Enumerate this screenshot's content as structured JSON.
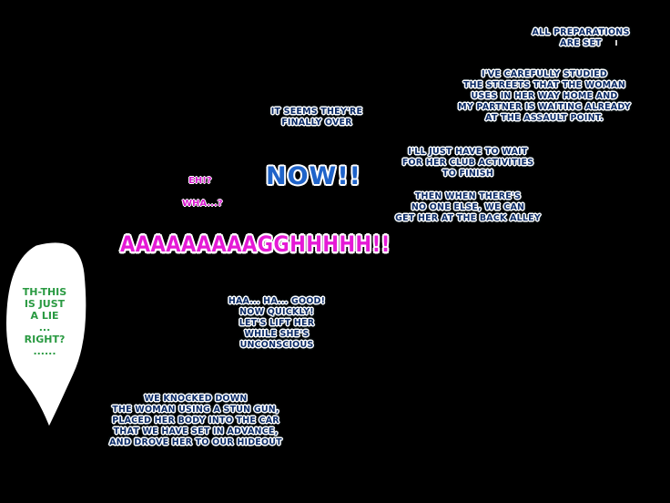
{
  "captions": {
    "preparations": [
      "ALL PREPARATIONS",
      "ARE SET"
    ],
    "studied": [
      "I'VE CAREFULLY STUDIED",
      "THE STREETS THAT THE WOMAN",
      "USES IN HER WAY HOME AND",
      "MY PARTNER IS WAITING ALREADY",
      "AT THE ASSAULT POINT."
    ],
    "finally_over": [
      "IT SEEMS THEY'RE",
      "FINALLY OVER"
    ],
    "wait_club": [
      "I'LL JUST HAVE TO WAIT",
      "FOR HER CLUB ACTIVITIES",
      "TO FINISH"
    ],
    "back_alley": [
      "THEN WHEN THERE'S",
      "NO ONE ELSE, WE CAN",
      "GET HER AT THE BACK ALLEY"
    ],
    "lift_her": [
      "HAA... HA... GOOD!",
      "NOW QUICKLY!",
      "LET'S LIFT HER",
      "WHILE SHE'S",
      "UNCONSCIOUS"
    ],
    "knocked_down": [
      "WE KNOCKED DOWN",
      "THE WOMAN USING A STUN GUN,",
      "PLACED HER BODY INTO THE CAR",
      "THAT WE HAVE SET IN ADVANCE,",
      "AND DROVE HER TO OUR HIDEOUT"
    ]
  },
  "sfx": {
    "now": "NOW!!",
    "scream": "AAAAAAAAAGGHHHHH!!",
    "eh": "EH!?",
    "wha": "WHA...?"
  },
  "balloon": {
    "lines": [
      "TH-THIS",
      "IS JUST",
      "A LIE",
      "...",
      "RIGHT?",
      "......"
    ]
  },
  "colors": {
    "background": "#000000",
    "caption_text": "#0a2a66",
    "caption_glow": "#7fd4ff",
    "now_blue": "#1f63c9",
    "scream_pink": "#e51ad6",
    "balloon_green": "#2a9a42",
    "balloon_fill": "#ffffff"
  }
}
